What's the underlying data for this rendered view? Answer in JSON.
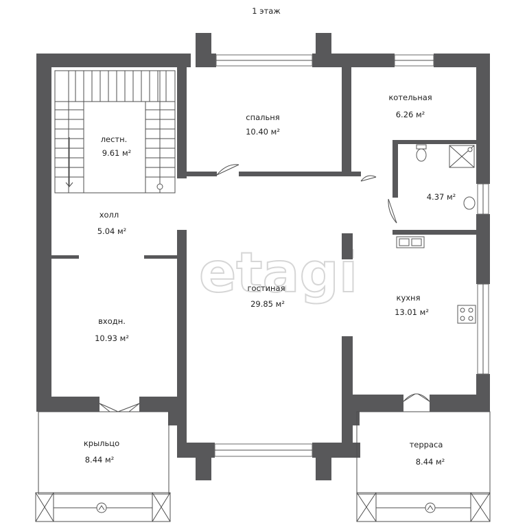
{
  "title": "1 этаж",
  "watermark": "etagi",
  "colors": {
    "wall": "#58585a",
    "line": "#4d4d4d",
    "watermark": "#d6d6d6"
  },
  "rooms": [
    {
      "id": "stairs",
      "name": "лестн.",
      "area": "9.61 м²"
    },
    {
      "id": "bedroom",
      "name": "спальня",
      "area": "10.40 м²"
    },
    {
      "id": "boiler",
      "name": "котельная",
      "area": "6.26 м²"
    },
    {
      "id": "bathroom",
      "name": "",
      "area": "4.37 м²"
    },
    {
      "id": "hall",
      "name": "холл",
      "area": "5.04 м²"
    },
    {
      "id": "living",
      "name": "гостиная",
      "area": "29.85 м²"
    },
    {
      "id": "kitchen",
      "name": "кухня",
      "area": "13.01 м²"
    },
    {
      "id": "entrance",
      "name": "входн.",
      "area": "10.93 м²"
    },
    {
      "id": "porch",
      "name": "крыльцо",
      "area": "8.44 м²"
    },
    {
      "id": "terrace",
      "name": "терраса",
      "area": "8.44 м²"
    }
  ]
}
